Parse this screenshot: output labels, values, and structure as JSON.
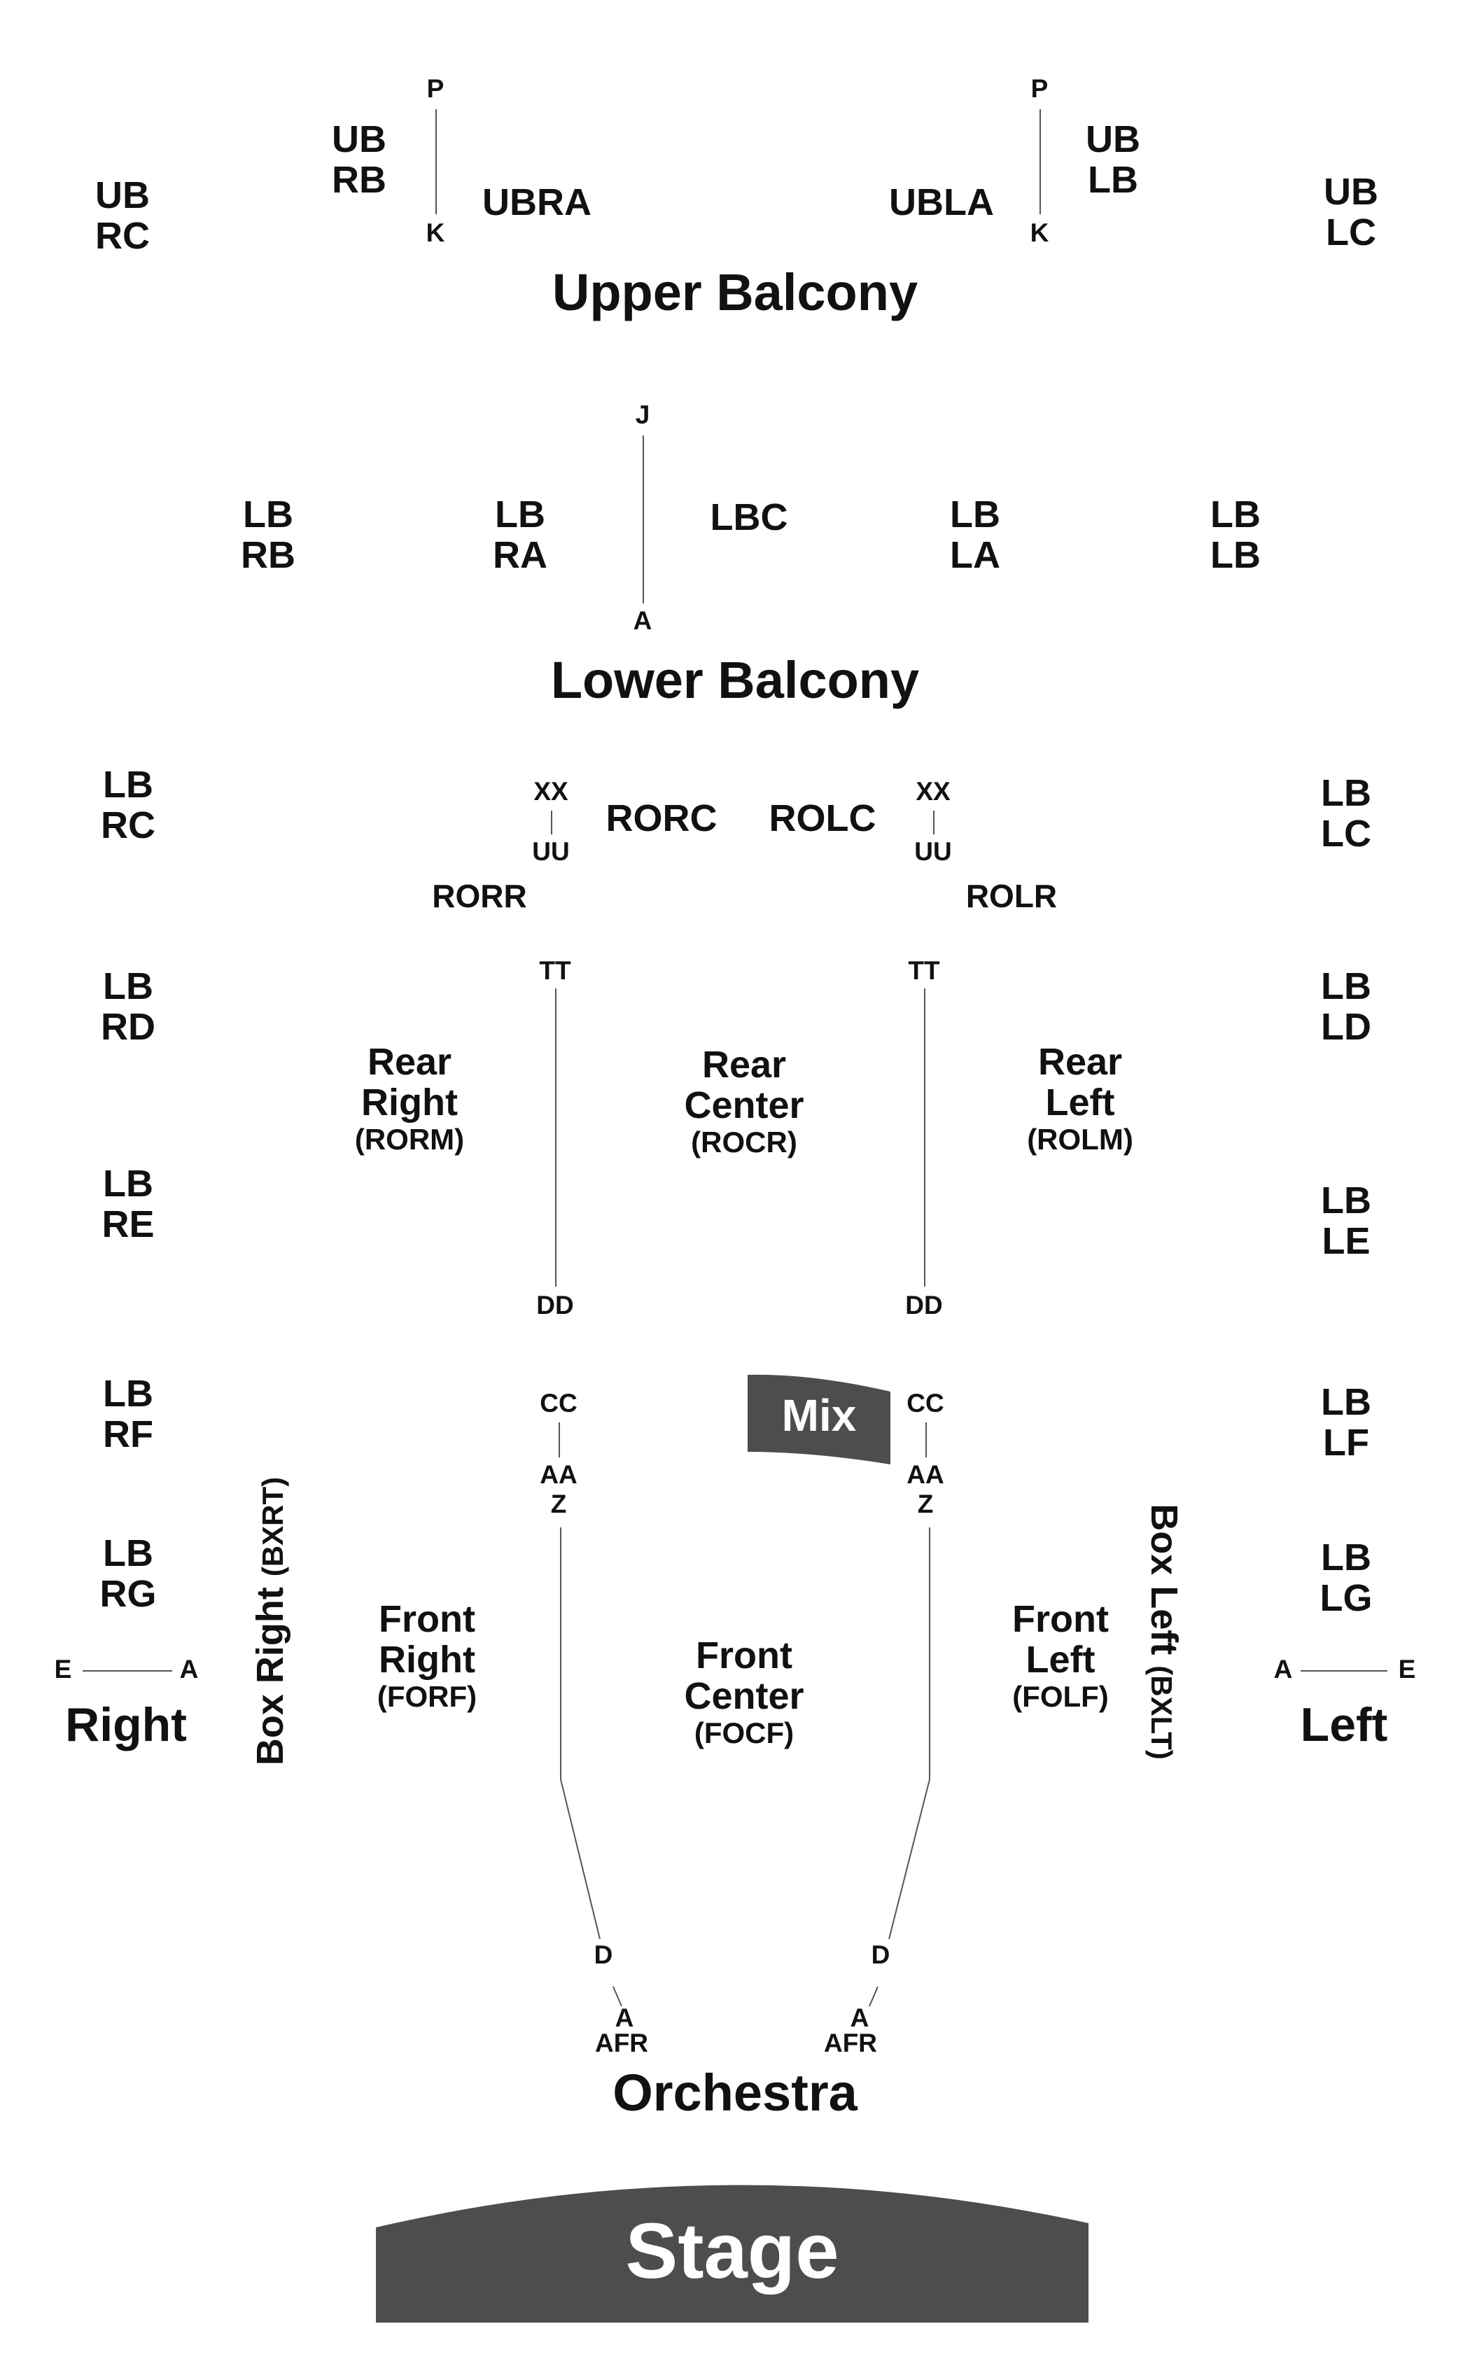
{
  "areas": {
    "upper_balcony": "Upper Balcony",
    "lower_balcony": "Lower Balcony",
    "orchestra": "Orchestra",
    "right": "Right",
    "left": "Left"
  },
  "stage": "Stage",
  "mix": "Mix",
  "sections": {
    "ub_rc": [
      "UB",
      "RC"
    ],
    "ub_rb": [
      "UB",
      "RB"
    ],
    "ubra": "UBRA",
    "ubla": "UBLA",
    "ub_lb": [
      "UB",
      "LB"
    ],
    "ub_lc": [
      "UB",
      "LC"
    ],
    "lb_rb": [
      "LB",
      "RB"
    ],
    "lb_ra": [
      "LB",
      "RA"
    ],
    "lbc": "LBC",
    "lb_la": [
      "LB",
      "LA"
    ],
    "lb_lb": [
      "LB",
      "LB"
    ],
    "lb_rc": [
      "LB",
      "RC"
    ],
    "lb_lc": [
      "LB",
      "LC"
    ],
    "rorc": "RORC",
    "rolc": "ROLC",
    "rorr": "RORR",
    "rolr": "ROLR",
    "lb_rd": [
      "LB",
      "RD"
    ],
    "lb_ld": [
      "LB",
      "LD"
    ],
    "lb_re": [
      "LB",
      "RE"
    ],
    "lb_le": [
      "LB",
      "LE"
    ],
    "lb_rf": [
      "LB",
      "RF"
    ],
    "lb_lf": [
      "LB",
      "LF"
    ],
    "lb_rg": [
      "LB",
      "RG"
    ],
    "lb_lg": [
      "LB",
      "LG"
    ],
    "rear_right": [
      "Rear",
      "Right",
      "(RORM)"
    ],
    "rear_center": [
      "Rear",
      "Center",
      "(ROCR)"
    ],
    "rear_left": [
      "Rear",
      "Left",
      "(ROLM)"
    ],
    "front_right": [
      "Front",
      "Right",
      "(FORF)"
    ],
    "front_center": [
      "Front",
      "Center",
      "(FOCF)"
    ],
    "front_left": [
      "Front",
      "Left",
      "(FOLF)"
    ],
    "box_right": [
      "Box Right",
      "(BXRT)"
    ],
    "box_left": [
      "Box Left",
      "(BXLT)"
    ]
  },
  "rows": {
    "p": "P",
    "k": "K",
    "j": "J",
    "a": "A",
    "xx": "XX",
    "uu": "UU",
    "tt": "TT",
    "dd": "DD",
    "cc": "CC",
    "aa": "AA",
    "z": "Z",
    "d": "D",
    "afr": "AFR",
    "e": "E"
  },
  "colors": {
    "fill": "#4d4d4d",
    "text": "#111111",
    "line": "#555555",
    "on_fill": "#ffffff"
  }
}
